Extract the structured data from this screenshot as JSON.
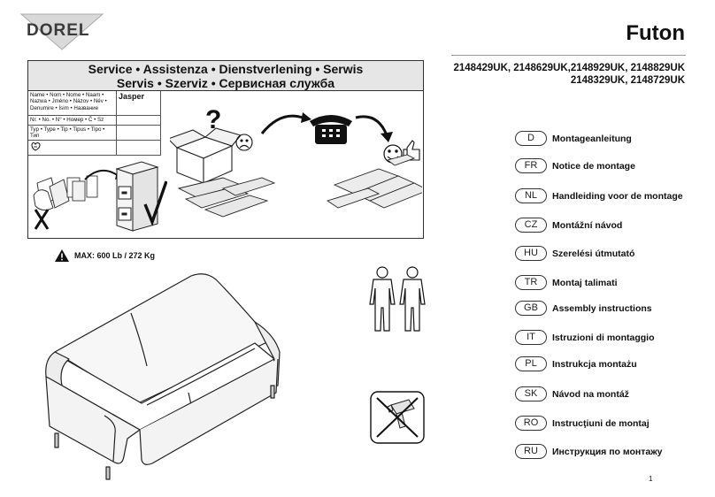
{
  "brand": "DOREL",
  "product_title": "Futon",
  "model_numbers": [
    "2148429UK, 2148629UK,2148929UK, 2148829UK",
    "2148329UK, 2148729UK"
  ],
  "service": {
    "header_line1": "Service • Assistenza • Dienstverlening • Serwis",
    "header_line2": "Servis • Szerviz • Сервисная служба",
    "name_label": "Name • Nom • Nome • Naam • Nazwa • Jméno • Názov • Név • Denumire • İsim • Название",
    "name_value": "Jasper",
    "number_label": "Nr. • No. • N° • Номер • Č • Sz",
    "type_label": "Typ • Type • Tip • Tipus • Tipo • Тип"
  },
  "warning": {
    "text": "MAX: 600 Lb / 272 Kg"
  },
  "languages": [
    {
      "code": "D",
      "label": "Montageanleitung"
    },
    {
      "code": "FR",
      "label": "Notice de montage"
    },
    {
      "code": "NL",
      "label": "Handleiding voor de montage"
    },
    {
      "code": "CZ",
      "label": "Montážní návod"
    },
    {
      "code": "HU",
      "label": "Szerelési útmutató"
    },
    {
      "code": "TR",
      "label": "Montaj talimati"
    },
    {
      "code": "GB",
      "label": "Assembly instructions"
    },
    {
      "code": "IT",
      "label": "Istruzioni di montaggio"
    },
    {
      "code": "PL",
      "label": "Instrukcja montażu"
    },
    {
      "code": "SK",
      "label": "Návod na montáž"
    },
    {
      "code": "RO",
      "label": "Instrucţiuni de montaj"
    },
    {
      "code": "RU",
      "label": "Инструкция по монтажу"
    }
  ],
  "page_number": "1",
  "icons": {
    "logo": "dorel-triangle-logo",
    "service_illustration": "question-phone-smile-illustration",
    "filing": "keep-manual-filing-cabinet",
    "warning": "warning-triangle-icon",
    "people": "two-person-assembly-icon",
    "no_power_tool": "no-power-drill-icon",
    "sofa": "futon-sofa-illustration",
    "pictogram": "handwash-symbol-icon"
  }
}
